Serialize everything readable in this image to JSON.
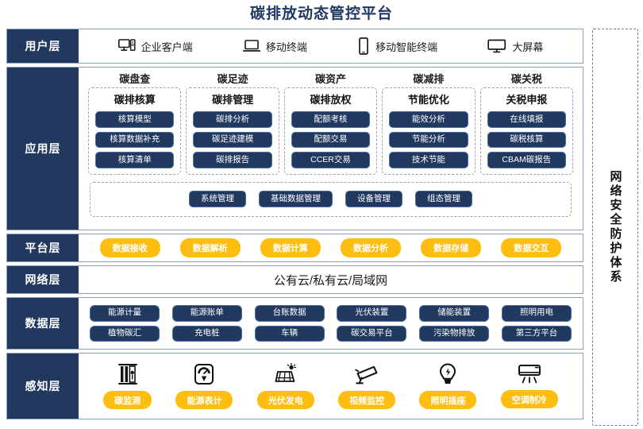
{
  "title": "碳排放动态管控平台",
  "security_band": {
    "label": "网络安全防护体系"
  },
  "layers": {
    "user": {
      "label": "用户层",
      "items": [
        {
          "icon": "desktop-computer-icon",
          "label": "企业客户端"
        },
        {
          "icon": "laptop-icon",
          "label": "移动终端"
        },
        {
          "icon": "smartphone-icon",
          "label": "移动智能终端"
        },
        {
          "icon": "large-screen-icon",
          "label": "大屏幕"
        }
      ]
    },
    "application": {
      "label": "应用层",
      "groups": [
        {
          "title": "碳盘查",
          "subtitle": "碳排核算",
          "items": [
            "核算模型",
            "核算数据补充",
            "核算清单"
          ]
        },
        {
          "title": "碳足迹",
          "subtitle": "碳排管理",
          "items": [
            "碳排分析",
            "碳足迹建模",
            "碳排报告"
          ]
        },
        {
          "title": "碳资产",
          "subtitle": "碳排放权",
          "items": [
            "配额考核",
            "配额交易",
            "CCER交易"
          ]
        },
        {
          "title": "碳减排",
          "subtitle": "节能优化",
          "items": [
            "能效分析",
            "节能分析",
            "技术节能"
          ]
        },
        {
          "title": "碳关税",
          "subtitle": "关税申报",
          "items": [
            "在线填报",
            "碳税核算",
            "CBAM碳报告"
          ]
        }
      ],
      "common": [
        "系统管理",
        "基础数据管理",
        "设备管理",
        "组态管理"
      ]
    },
    "platform": {
      "label": "平台层",
      "items": [
        "数据接收",
        "数据解析",
        "数据计算",
        "数据分析",
        "数据存储",
        "数据交互"
      ]
    },
    "network": {
      "label": "网络层",
      "text": "公有云/私有云/局域网"
    },
    "data": {
      "label": "数据层",
      "row1": [
        "能源计量",
        "能源账单",
        "台账数据",
        "光伏装置",
        "储能装置",
        "照明用电"
      ],
      "row2": [
        "植物碳汇",
        "充电桩",
        "车辆",
        "碳交易平台",
        "污染物排放",
        "第三方平台"
      ]
    },
    "sensing": {
      "label": "感知层",
      "items": [
        {
          "icon": "carbon-monitor-icon",
          "label": "碳监测"
        },
        {
          "icon": "energy-meter-icon",
          "label": "能源表计"
        },
        {
          "icon": "solar-panel-icon",
          "label": "光伏发电"
        },
        {
          "icon": "video-camera-icon",
          "label": "视频监控"
        },
        {
          "icon": "lightbulb-icon",
          "label": "照明插座"
        },
        {
          "icon": "air-conditioner-icon",
          "label": "空调制冷"
        }
      ]
    }
  },
  "colors": {
    "dark_blue": "#21385f",
    "title_blue": "#1f3864",
    "accent_yellow": "#fdbe11",
    "border_blue": "#8ea2c0"
  }
}
